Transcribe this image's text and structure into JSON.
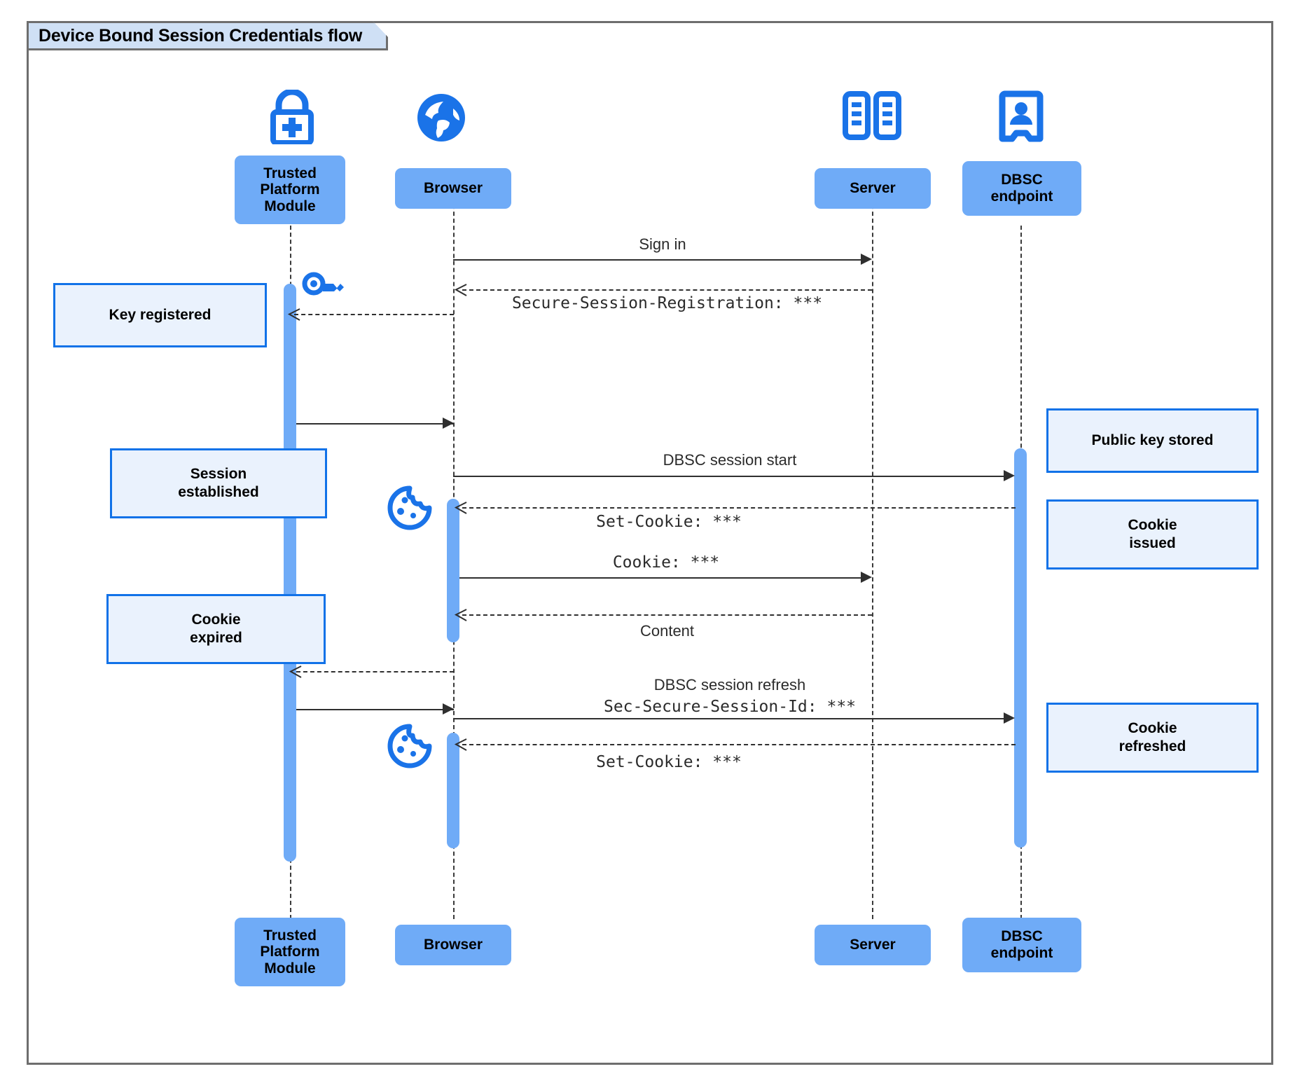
{
  "diagram": {
    "title": "Device Bound Session Credentials flow",
    "type": "uml-sequence-diagram",
    "colors": {
      "participant_fill": "#6fabf7",
      "note_fill": "#eaf2fd",
      "note_border": "#1172e8",
      "icon_blue": "#1a73e8",
      "frame_border": "#6e6e6e",
      "title_fill": "#cfe0f5",
      "line": "#2f2f2f"
    }
  },
  "participants": [
    {
      "id": "tpm",
      "label": "Trusted\nPlatform\nModule",
      "label_l1": "Trusted",
      "label_l2": "Platform",
      "label_l3": "Module",
      "icon": "lock-plus-icon"
    },
    {
      "id": "browser",
      "label": "Browser",
      "label_l1": "Browser",
      "icon": "globe-icon"
    },
    {
      "id": "server",
      "label": "Server",
      "label_l1": "Server",
      "icon": "server-rack-icon"
    },
    {
      "id": "dbsc",
      "label": "DBSC\nendpoint",
      "label_l1": "DBSC",
      "label_l2": "endpoint",
      "icon": "id-badge-icon"
    }
  ],
  "messages": [
    {
      "id": "m1",
      "from": "browser",
      "to": "server",
      "label": "Sign in",
      "style": "solid",
      "font": "sans"
    },
    {
      "id": "m2",
      "from": "server",
      "to": "browser",
      "label": "Secure-Session-Registration: ***",
      "style": "dotted",
      "font": "mono"
    },
    {
      "id": "m3",
      "from": "browser",
      "to": "dbsc",
      "label": "DBSC session start",
      "style": "solid",
      "font": "sans"
    },
    {
      "id": "m4",
      "from": "dbsc",
      "to": "browser",
      "label": "Set-Cookie: ***",
      "style": "dotted",
      "font": "mono"
    },
    {
      "id": "m5",
      "from": "browser",
      "to": "server",
      "label": "Cookie: ***",
      "style": "solid",
      "font": "mono"
    },
    {
      "id": "m6",
      "from": "server",
      "to": "browser",
      "label": "Content",
      "style": "dotted",
      "font": "sans"
    },
    {
      "id": "m7",
      "from": "browser",
      "to": "dbsc",
      "label_line1": "DBSC session refresh",
      "label_line2": "Sec-Secure-Session-Id: ***",
      "style": "solid",
      "font": "mixed"
    },
    {
      "id": "m8",
      "from": "dbsc",
      "to": "browser",
      "label": "Set-Cookie: ***",
      "style": "dotted",
      "font": "mono"
    }
  ],
  "notes": [
    {
      "id": "n1",
      "side": "left",
      "text_l1": "Key registered",
      "text_l2": ""
    },
    {
      "id": "n2",
      "side": "left",
      "text_l1": "Session",
      "text_l2": "established"
    },
    {
      "id": "n3",
      "side": "left",
      "text_l1": "Cookie",
      "text_l2": "expired"
    },
    {
      "id": "n4",
      "side": "right",
      "text_l1": "Public key stored",
      "text_l2": ""
    },
    {
      "id": "n5",
      "side": "right",
      "text_l1": "Cookie",
      "text_l2": "issued"
    },
    {
      "id": "n6",
      "side": "right",
      "text_l1": "Cookie",
      "text_l2": "refreshed"
    }
  ],
  "inline_icons": [
    {
      "id": "key1",
      "name": "key-icon",
      "near": "tpm"
    },
    {
      "id": "cookie1",
      "name": "cookie-icon",
      "near": "browser"
    },
    {
      "id": "cookie2",
      "name": "cookie-icon",
      "near": "browser"
    }
  ]
}
